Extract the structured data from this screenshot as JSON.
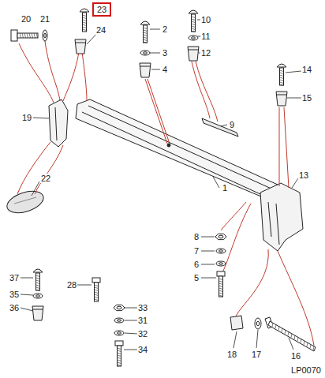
{
  "diagram": {
    "nodes": [
      {
        "text": [
          "23"
        ]
      }
    ],
    "labels": [
      "20",
      "21",
      "24",
      "2",
      "3",
      "4",
      "10",
      "11",
      "12",
      "9",
      "19",
      "1",
      "22",
      "13",
      "14",
      "15",
      "8",
      "7",
      "6",
      "5",
      "37",
      "35",
      "36",
      "28",
      "33",
      "31",
      "32",
      "34",
      "18",
      "17",
      "16",
      "LP0070"
    ]
  }
}
